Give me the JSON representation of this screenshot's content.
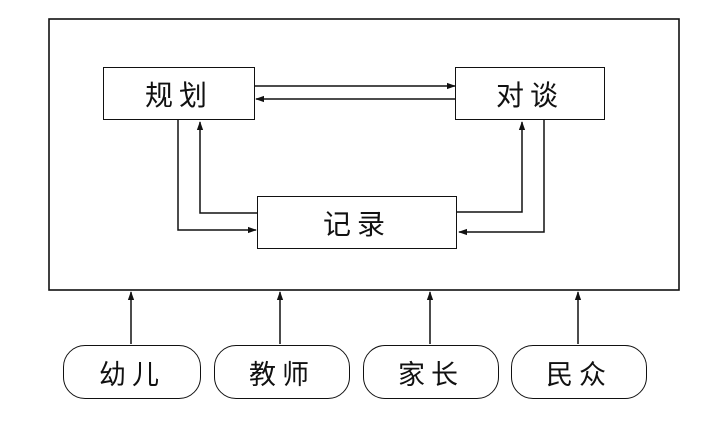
{
  "diagram": {
    "nodes": {
      "plan": "规划",
      "talk": "对谈",
      "record": "记录"
    },
    "participants": [
      "幼儿",
      "教师",
      "家长",
      "民众"
    ],
    "colors": {
      "line": "#111111",
      "background": "#ffffff"
    }
  }
}
